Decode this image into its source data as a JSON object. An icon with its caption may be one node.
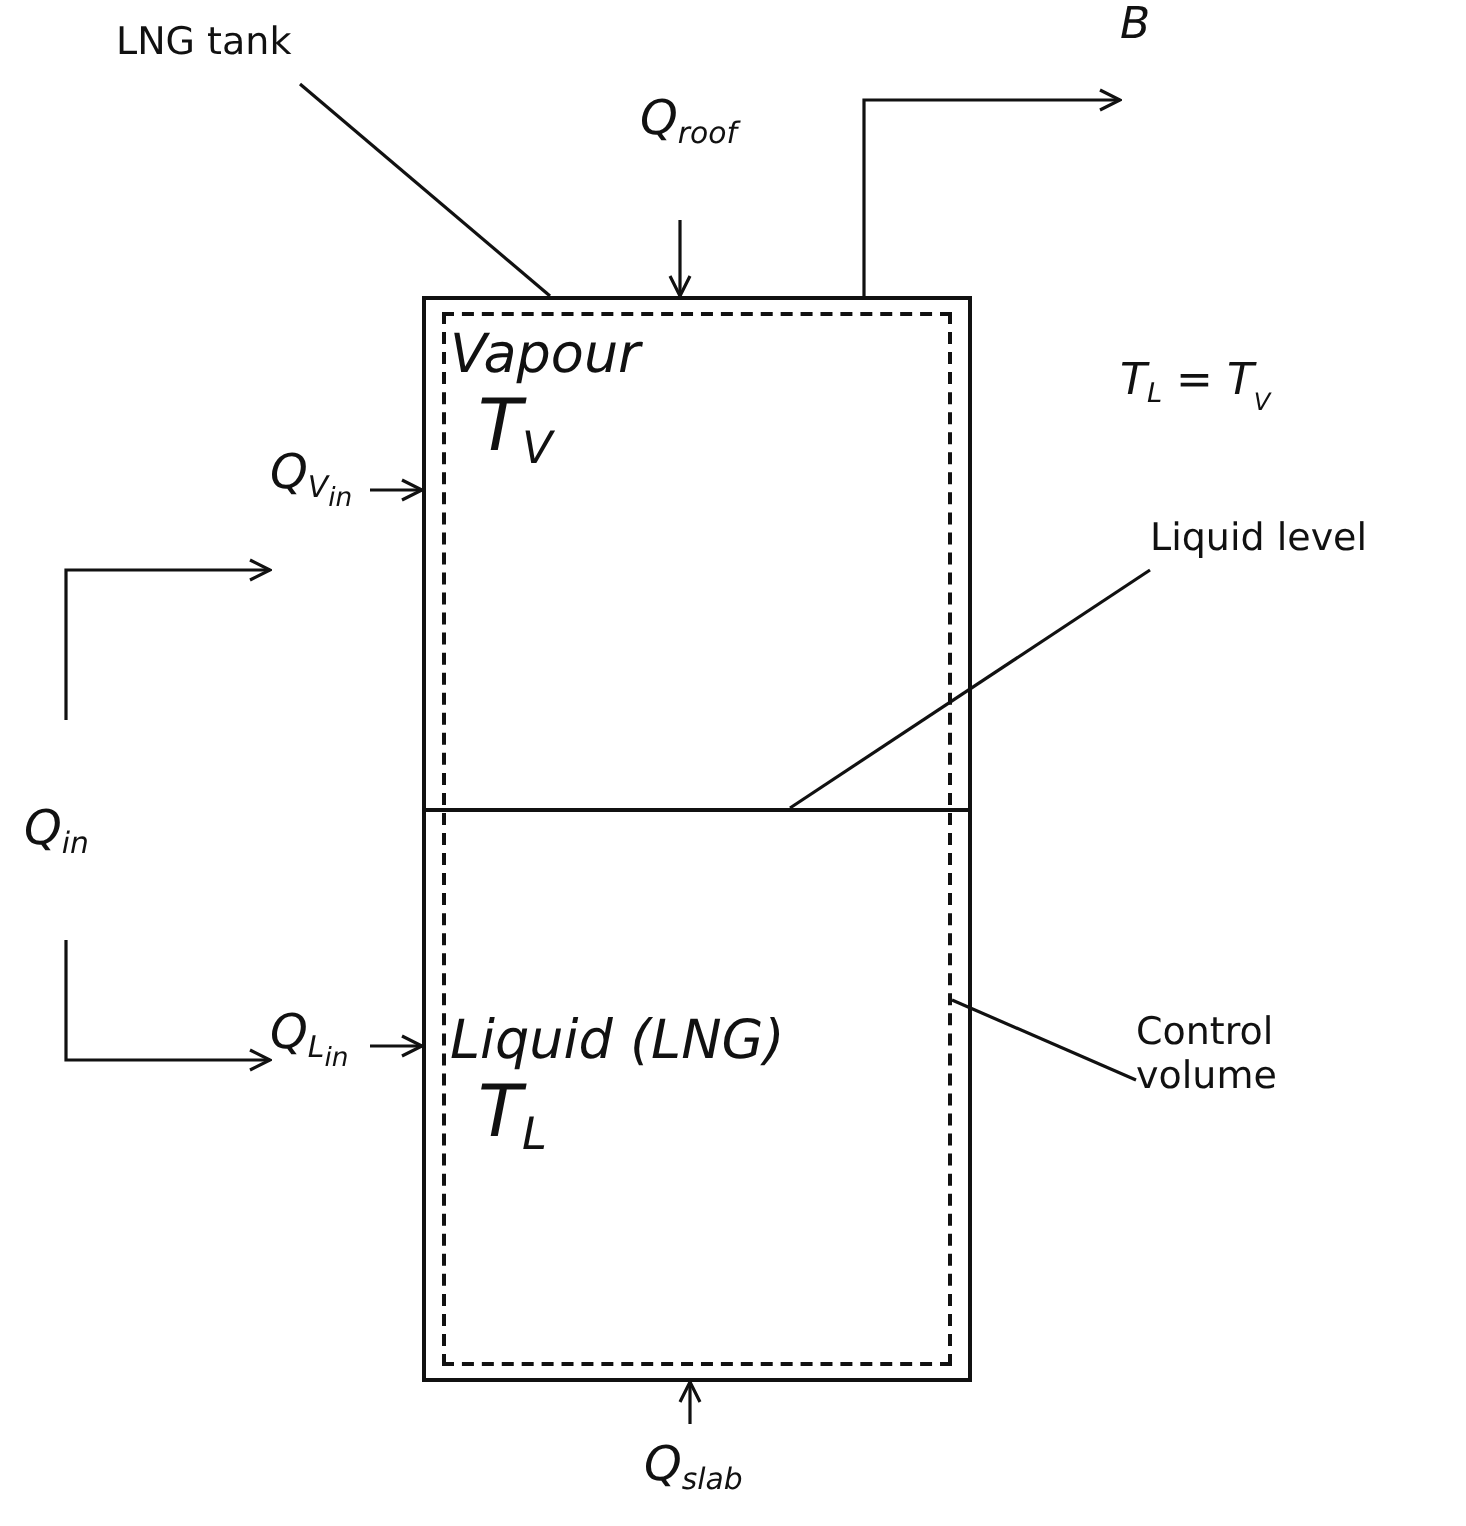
{
  "diagram": {
    "nodes": [
      {
        "text": [],
        "shape": "box"
      },
      {
        "text": [],
        "shape": "box",
        "in": 0
      },
      {
        "text": [
          "Vapour",
          "T$_{V}$"
        ],
        "in": 1
      },
      {
        "text": [
          "Liquid (LNG)",
          "T$_{L}$"
        ],
        "in": 1
      },
      {
        "text": [],
        "shape": "line",
        "in": 0
      },
      {
        "text": [
          "LNG tank"
        ]
      },
      {
        "text": [
          "Liquid level"
        ]
      },
      {
        "text": [
          "Control volume"
        ]
      },
      {
        "text": [
          "Q$_{roof}$"
        ]
      },
      {
        "text": [
          "Q$_{slab}$"
        ]
      },
      {
        "text": [
          "Q$_{V}$$_{in}$"
        ]
      },
      {
        "text": [
          "Q$_{L}$$_{in}$"
        ]
      },
      {
        "text": [
          "Q$_{in}$"
        ]
      },
      {
        "text": [
          "B"
        ]
      }
    ],
    "edges": [
      {
        "from": 5,
        "to": 0,
        "arrow": "none"
      },
      {
        "from": 6,
        "to": 4,
        "arrow": "none"
      },
      {
        "from": 7,
        "to": 1,
        "arrow": "none"
      },
      {
        "from": 8,
        "to": 0,
        "arrow": "to"
      },
      {
        "from": 9,
        "to": 0,
        "arrow": "to"
      },
      {
        "from": 10,
        "to": 0,
        "arrow": "to"
      },
      {
        "from": 11,
        "to": 0,
        "arrow": "to"
      },
      {
        "from": 12,
        "to": 10,
        "arrow": "to"
      },
      {
        "from": 12,
        "to": 11,
        "arrow": "to"
      },
      {
        "from": 0,
        "to": 13,
        "arrow": "to"
      }
    ],
    "labels": [
      "T$_{L}$ = T$_{V}$"
    ]
  }
}
